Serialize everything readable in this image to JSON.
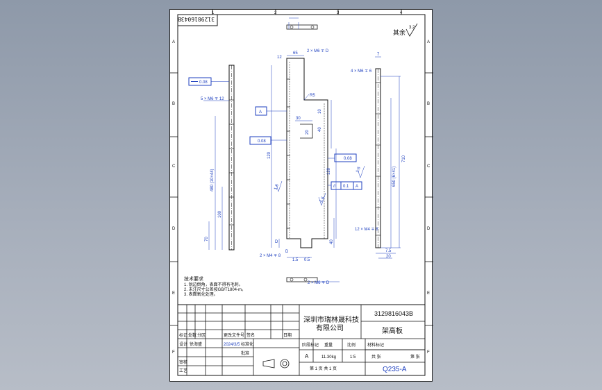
{
  "drawing_no_box": "3129816043B",
  "roughness": {
    "label": "其余",
    "value": "3.2"
  },
  "zone_letters": [
    "A",
    "B",
    "C",
    "D",
    "E",
    "F"
  ],
  "zone_numbers": [
    "1",
    "2",
    "3",
    "4"
  ],
  "left_view": {
    "tol_flat": "0.08",
    "holes": "5 × M6 ∓ 12",
    "dim_total": "480 (10×44)",
    "dim_mid": "100",
    "dim_bottom": "70"
  },
  "main_view": {
    "top_holes": "2 × M6 ∓ D",
    "dim_top_width": "65",
    "dim_top_left": "12",
    "radius": "R5",
    "datum": "A",
    "dim_30": "30",
    "dim_10": "10",
    "dim_40": "40",
    "dim_20": "20",
    "dim_120": "120",
    "dim_120b": "120",
    "dim_40b": "40",
    "flat_tol": "0.08",
    "par_sym": "//",
    "par_tol": "0.1",
    "par_datum": "A",
    "rough_a": "1.6",
    "rough_b": "1.6",
    "bottom_holes": "2 × M4 ∓ 8",
    "dim_bottom_a": "1.5",
    "dim_bottom_b": "0.5",
    "dim_D": "D",
    "dim_left": "D"
  },
  "right_view": {
    "dim_top": "7",
    "holes_top": "4 × M6 ∓ 6",
    "dim_total": "710",
    "dim_holes": "650 (6×41)",
    "holes_bottom": "12 × M4 ∓ 8",
    "dim_a": "7.5",
    "dim_b": "20",
    "rough": "1.6"
  },
  "bottom_view": {
    "holes": "2 × M6 ∓ D"
  },
  "notes": {
    "title": "技术要求",
    "lines": [
      "1. 锐边倒角，表面不得有毛刺。",
      "2. 未注尺寸公差按GB/T1804-m。",
      "3. 表面氧化处理。"
    ]
  },
  "title_block": {
    "company_line1": "深圳市瑞林晟科技",
    "company_line2": "有限公司",
    "drawing_no": "3129816043B",
    "part_name": "架高板",
    "material": "Q235-A",
    "material_right": "材料标记",
    "stage_label": "阶段标记",
    "weight_label": "重量",
    "scale_label": "比例",
    "stage_val": "A",
    "weight_val": "11.30kg",
    "scale_val": "1:5",
    "sheet_info": "第 1 页  共 1 页",
    "row_labels": [
      "标记",
      "处数",
      "分区",
      "更改文件号",
      "签名",
      "日期"
    ],
    "design": "设计",
    "design_name": "徐海盛",
    "design_date": "2024/3/5",
    "standardize": "标准化",
    "review": "审核",
    "process": "工艺",
    "approve": "批准",
    "sheet_small": "共 张",
    "sheet_small2": "第 张"
  },
  "colors": {
    "line": "#1a1a1a",
    "blue": "#1d3fbf",
    "paper": "#ffffff"
  }
}
